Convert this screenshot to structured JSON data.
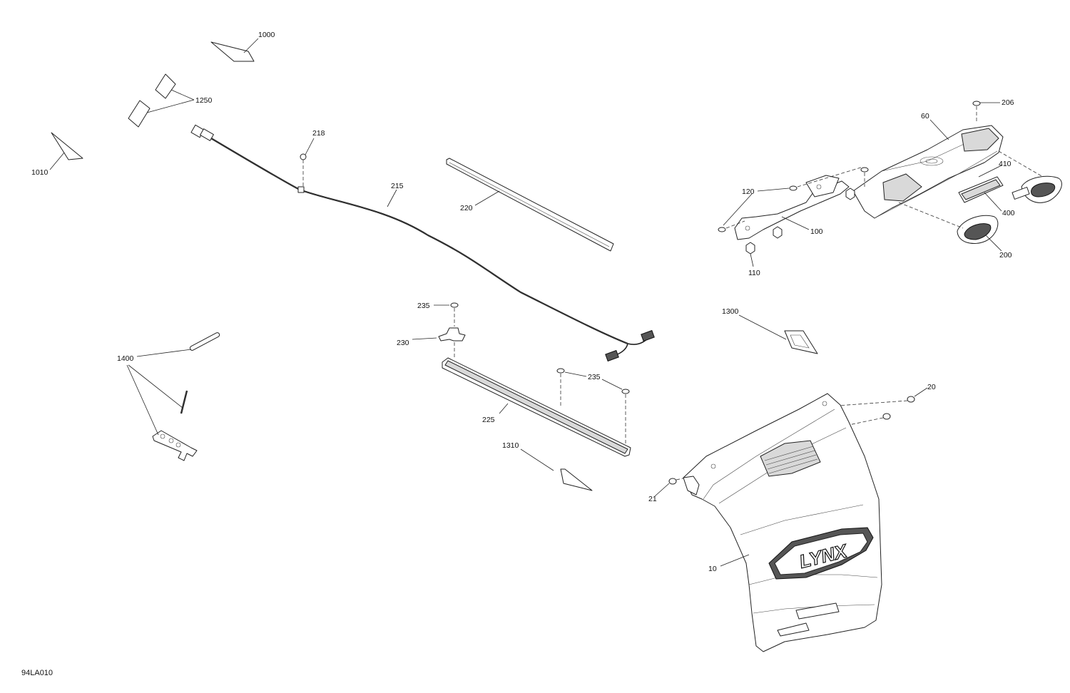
{
  "diagram": {
    "drawing_code": "94LA010",
    "callouts": [
      {
        "id": "c1000",
        "label": "1000"
      },
      {
        "id": "c1250",
        "label": "1250"
      },
      {
        "id": "c1010",
        "label": "1010"
      },
      {
        "id": "c218",
        "label": "218"
      },
      {
        "id": "c215",
        "label": "215"
      },
      {
        "id": "c220",
        "label": "220"
      },
      {
        "id": "c235a",
        "label": "235"
      },
      {
        "id": "c230",
        "label": "230"
      },
      {
        "id": "c235b",
        "label": "235"
      },
      {
        "id": "c225",
        "label": "225"
      },
      {
        "id": "c1310",
        "label": "1310"
      },
      {
        "id": "c1400",
        "label": "1400"
      },
      {
        "id": "c206",
        "label": "206"
      },
      {
        "id": "c60",
        "label": "60"
      },
      {
        "id": "c410",
        "label": "410"
      },
      {
        "id": "c120",
        "label": "120"
      },
      {
        "id": "c400",
        "label": "400"
      },
      {
        "id": "c100",
        "label": "100"
      },
      {
        "id": "c200",
        "label": "200"
      },
      {
        "id": "c110",
        "label": "110"
      },
      {
        "id": "c1300",
        "label": "1300"
      },
      {
        "id": "c20",
        "label": "20"
      },
      {
        "id": "c21",
        "label": "21"
      },
      {
        "id": "c10",
        "label": "10"
      }
    ],
    "logo_text": "LYNX"
  }
}
